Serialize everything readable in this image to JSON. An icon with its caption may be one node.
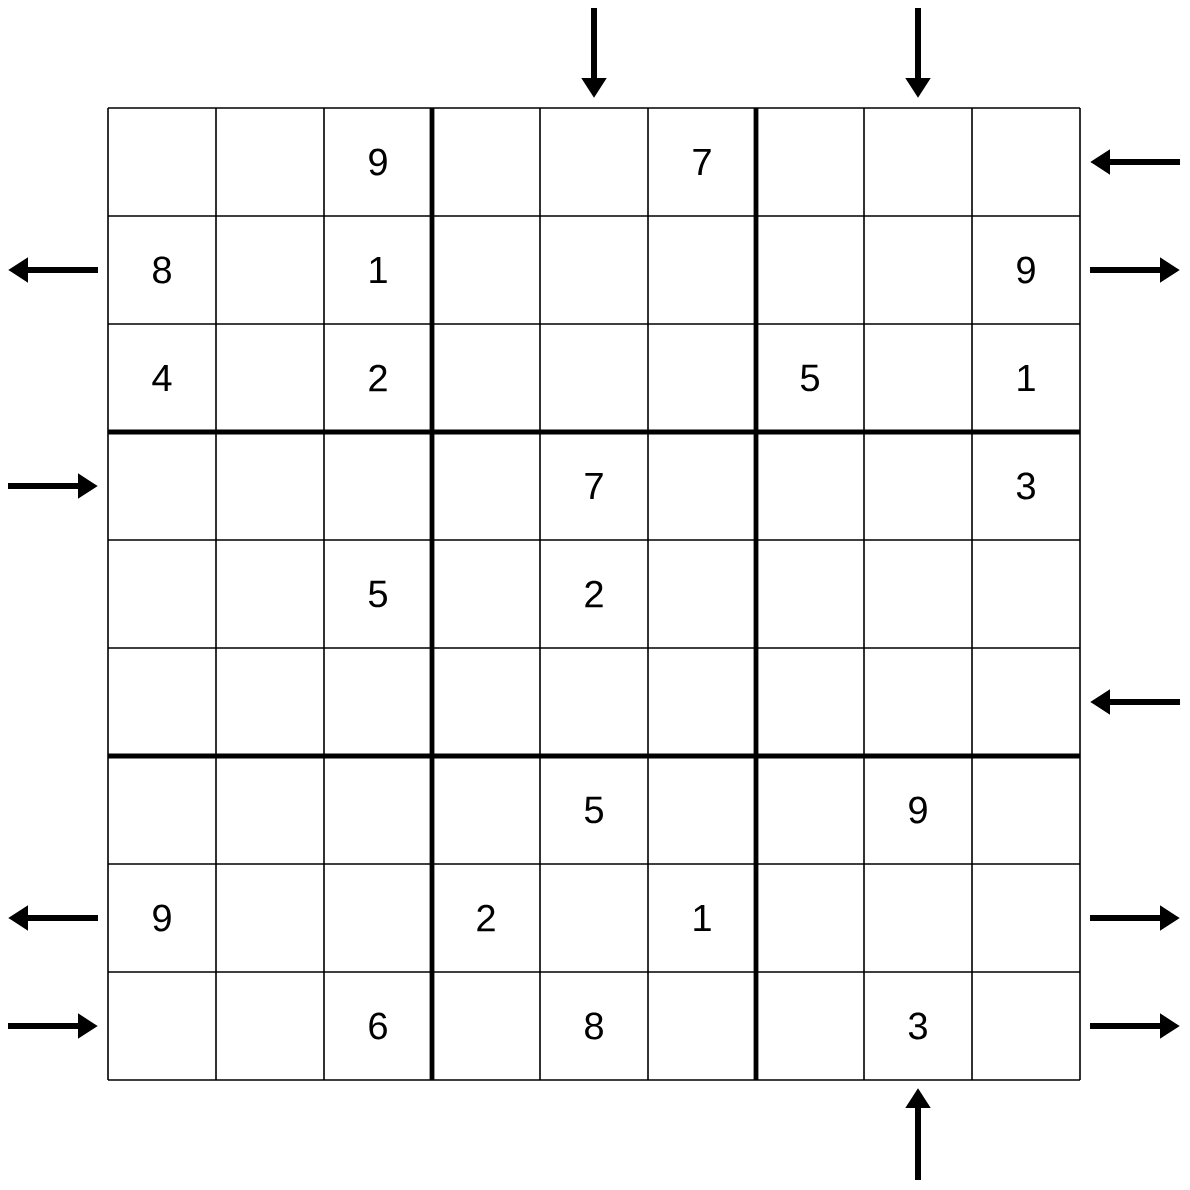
{
  "diagram": {
    "labels": [
      "9",
      "7",
      "8",
      "1",
      "9",
      "4",
      "2",
      "5",
      "1",
      "7",
      "3",
      "5",
      "2",
      "5",
      "9",
      "9",
      "2",
      "1",
      "6",
      "8",
      "3"
    ]
  }
}
